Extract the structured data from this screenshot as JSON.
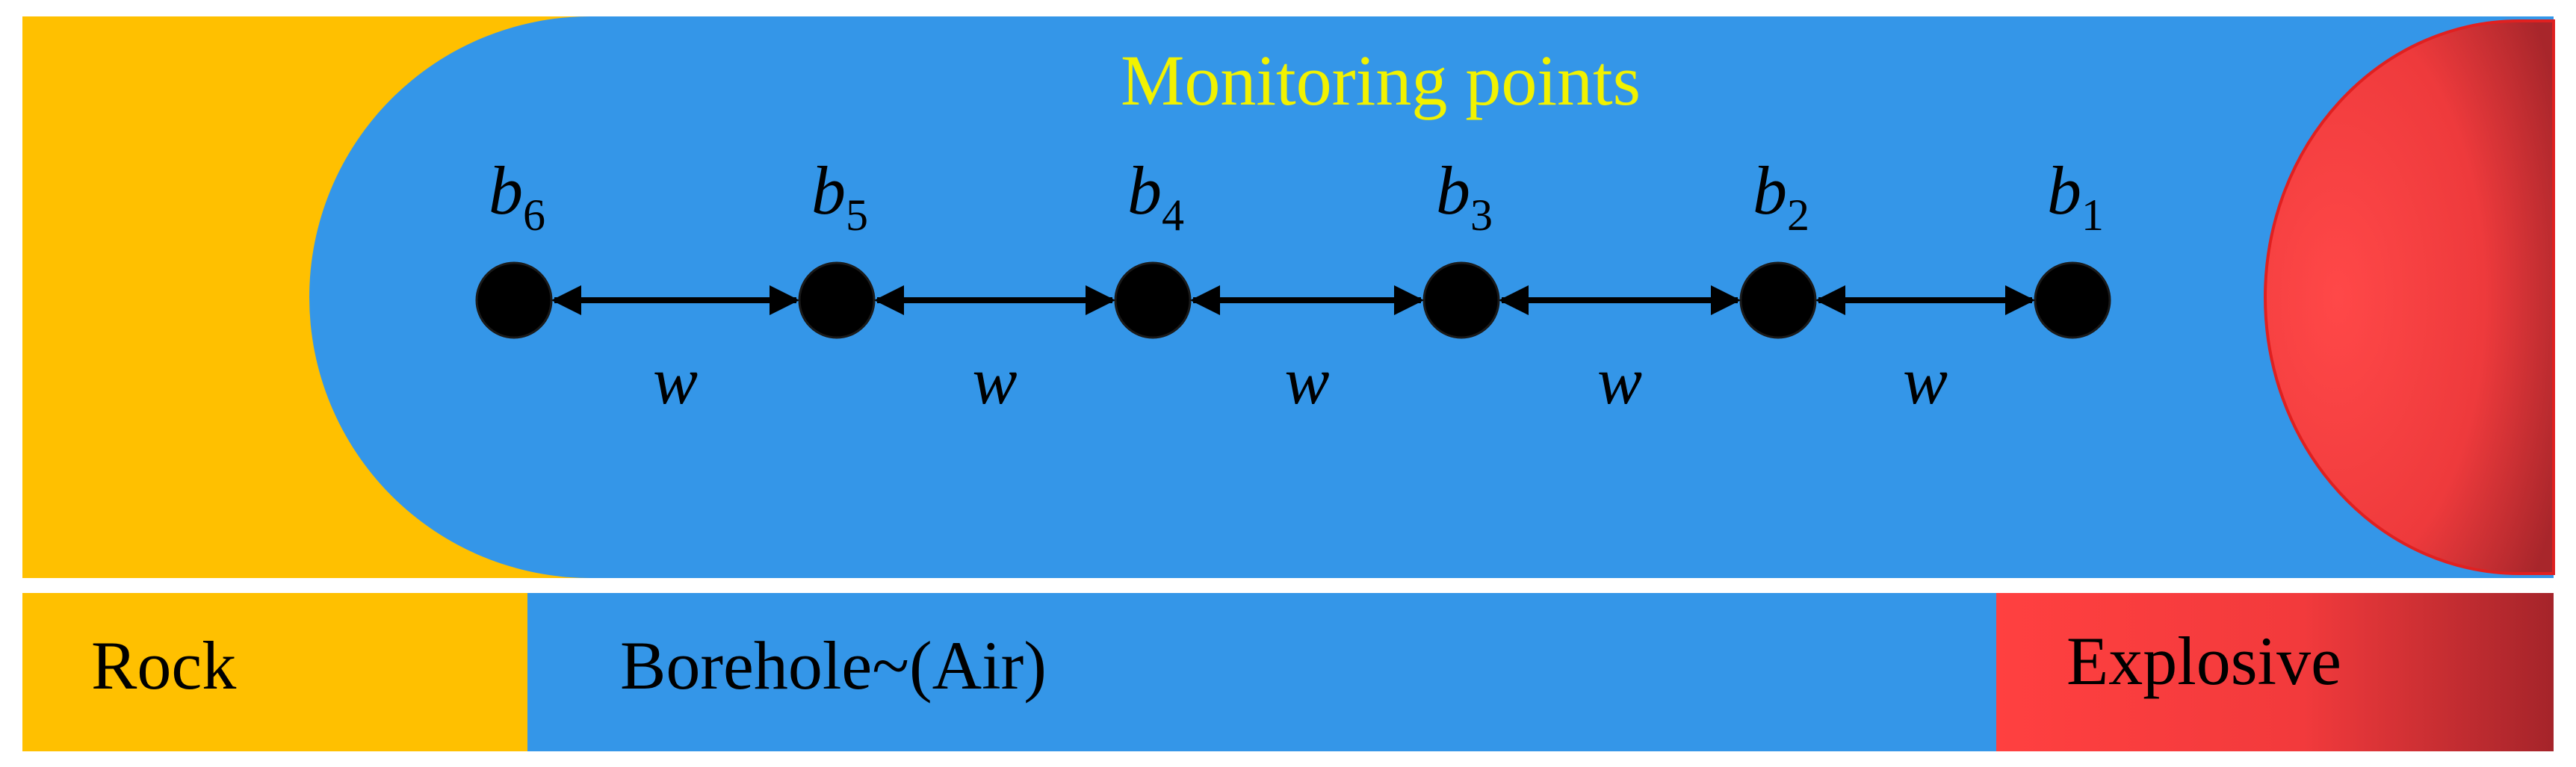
{
  "colors": {
    "rock": "#FFC000",
    "borehole": "#3496E8",
    "explosive": "#FF4040",
    "explosive_dark": "#A5242A",
    "title": "#F2F200",
    "point": "#000000",
    "outline": "#1a1a1a"
  },
  "diagram": {
    "title": "Monitoring points",
    "points": [
      {
        "base": "b",
        "sub": "6"
      },
      {
        "base": "b",
        "sub": "5"
      },
      {
        "base": "b",
        "sub": "4"
      },
      {
        "base": "b",
        "sub": "3"
      },
      {
        "base": "b",
        "sub": "2"
      },
      {
        "base": "b",
        "sub": "1"
      }
    ],
    "spacing_label": "w"
  },
  "legend": {
    "rock": "Rock",
    "borehole": "Borehole~(Air)",
    "explosive": "Explosive"
  }
}
